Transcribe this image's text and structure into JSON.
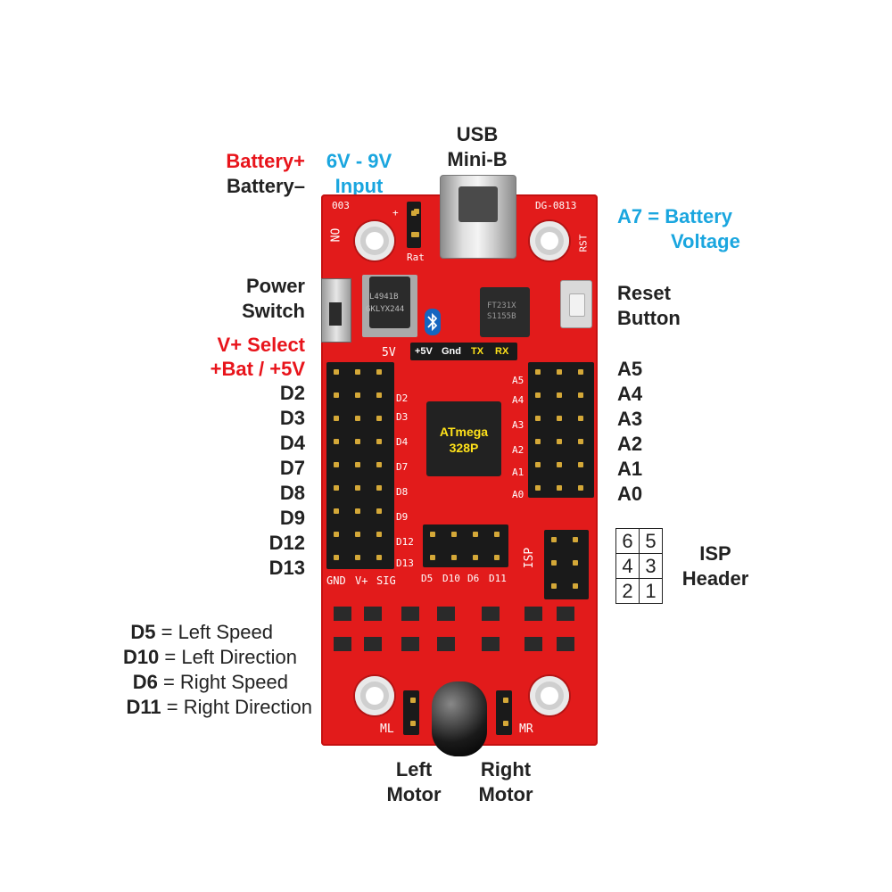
{
  "labels": {
    "battery_plus": "Battery+",
    "battery_minus": "Battery–",
    "input_range": "6V - 9V",
    "input_word": "Input",
    "usb_line1": "USB",
    "usb_line2": "Mini-B",
    "a7_line1": "A7 = Battery",
    "a7_line2": "Voltage",
    "power_line1": "Power",
    "power_line2": "Switch",
    "reset_line1": "Reset",
    "reset_line2": "Button",
    "vplus_line1": "V+ Select",
    "vplus_line2": "+Bat / +5V",
    "isp_line1": "ISP",
    "isp_line2": "Header",
    "left_motor_line1": "Left",
    "left_motor_line2": "Motor",
    "right_motor_line1": "Right",
    "right_motor_line2": "Motor"
  },
  "digital_pins": [
    "D2",
    "D3",
    "D4",
    "D7",
    "D8",
    "D9",
    "D12",
    "D13"
  ],
  "analog_pins": [
    "A5",
    "A4",
    "A3",
    "A2",
    "A1",
    "A0"
  ],
  "isp_grid": [
    [
      "6",
      "5"
    ],
    [
      "4",
      "3"
    ],
    [
      "2",
      "1"
    ]
  ],
  "motor_pins": [
    {
      "pin": "D5",
      "desc": "= Left Speed"
    },
    {
      "pin": "D10",
      "desc": "= Left Direction"
    },
    {
      "pin": "D6",
      "desc": "= Right Speed"
    },
    {
      "pin": "D11",
      "desc": "= Right Direction"
    }
  ],
  "board": {
    "silk_003": "003",
    "silk_dg": "DG-0813",
    "silk_on": "ON",
    "silk_rst": "RST",
    "silk_plus": "+",
    "silk_rat": "Rat",
    "silk_5v": "5V",
    "mcu_line1": "ATmega",
    "mcu_line2": "328P",
    "serial": [
      "+5V",
      "Gnd",
      "TX",
      "RX"
    ],
    "bottom_header": [
      "GND",
      "V+",
      "SIG"
    ],
    "motor_header": [
      "D5",
      "D10",
      "D6",
      "D11"
    ],
    "silk_isp": "ISP",
    "silk_ml": "ML",
    "silk_mr": "MR",
    "silk_d_left": [
      "D2",
      "D3",
      "D4",
      "D7",
      "D8",
      "D9",
      "D12",
      "D13"
    ],
    "silk_a_right": [
      "A5",
      "A4",
      "A3",
      "A2",
      "A1",
      "A0"
    ],
    "regulator_text": [
      "L4941B",
      "GKLYX244"
    ],
    "usb_chip_text": [
      "FT231X",
      "S1155B"
    ]
  },
  "colors": {
    "board": "#e21b1b",
    "label_red": "#e8141b",
    "label_blue": "#1aa6df",
    "mcu_text": "#ffe21a"
  }
}
